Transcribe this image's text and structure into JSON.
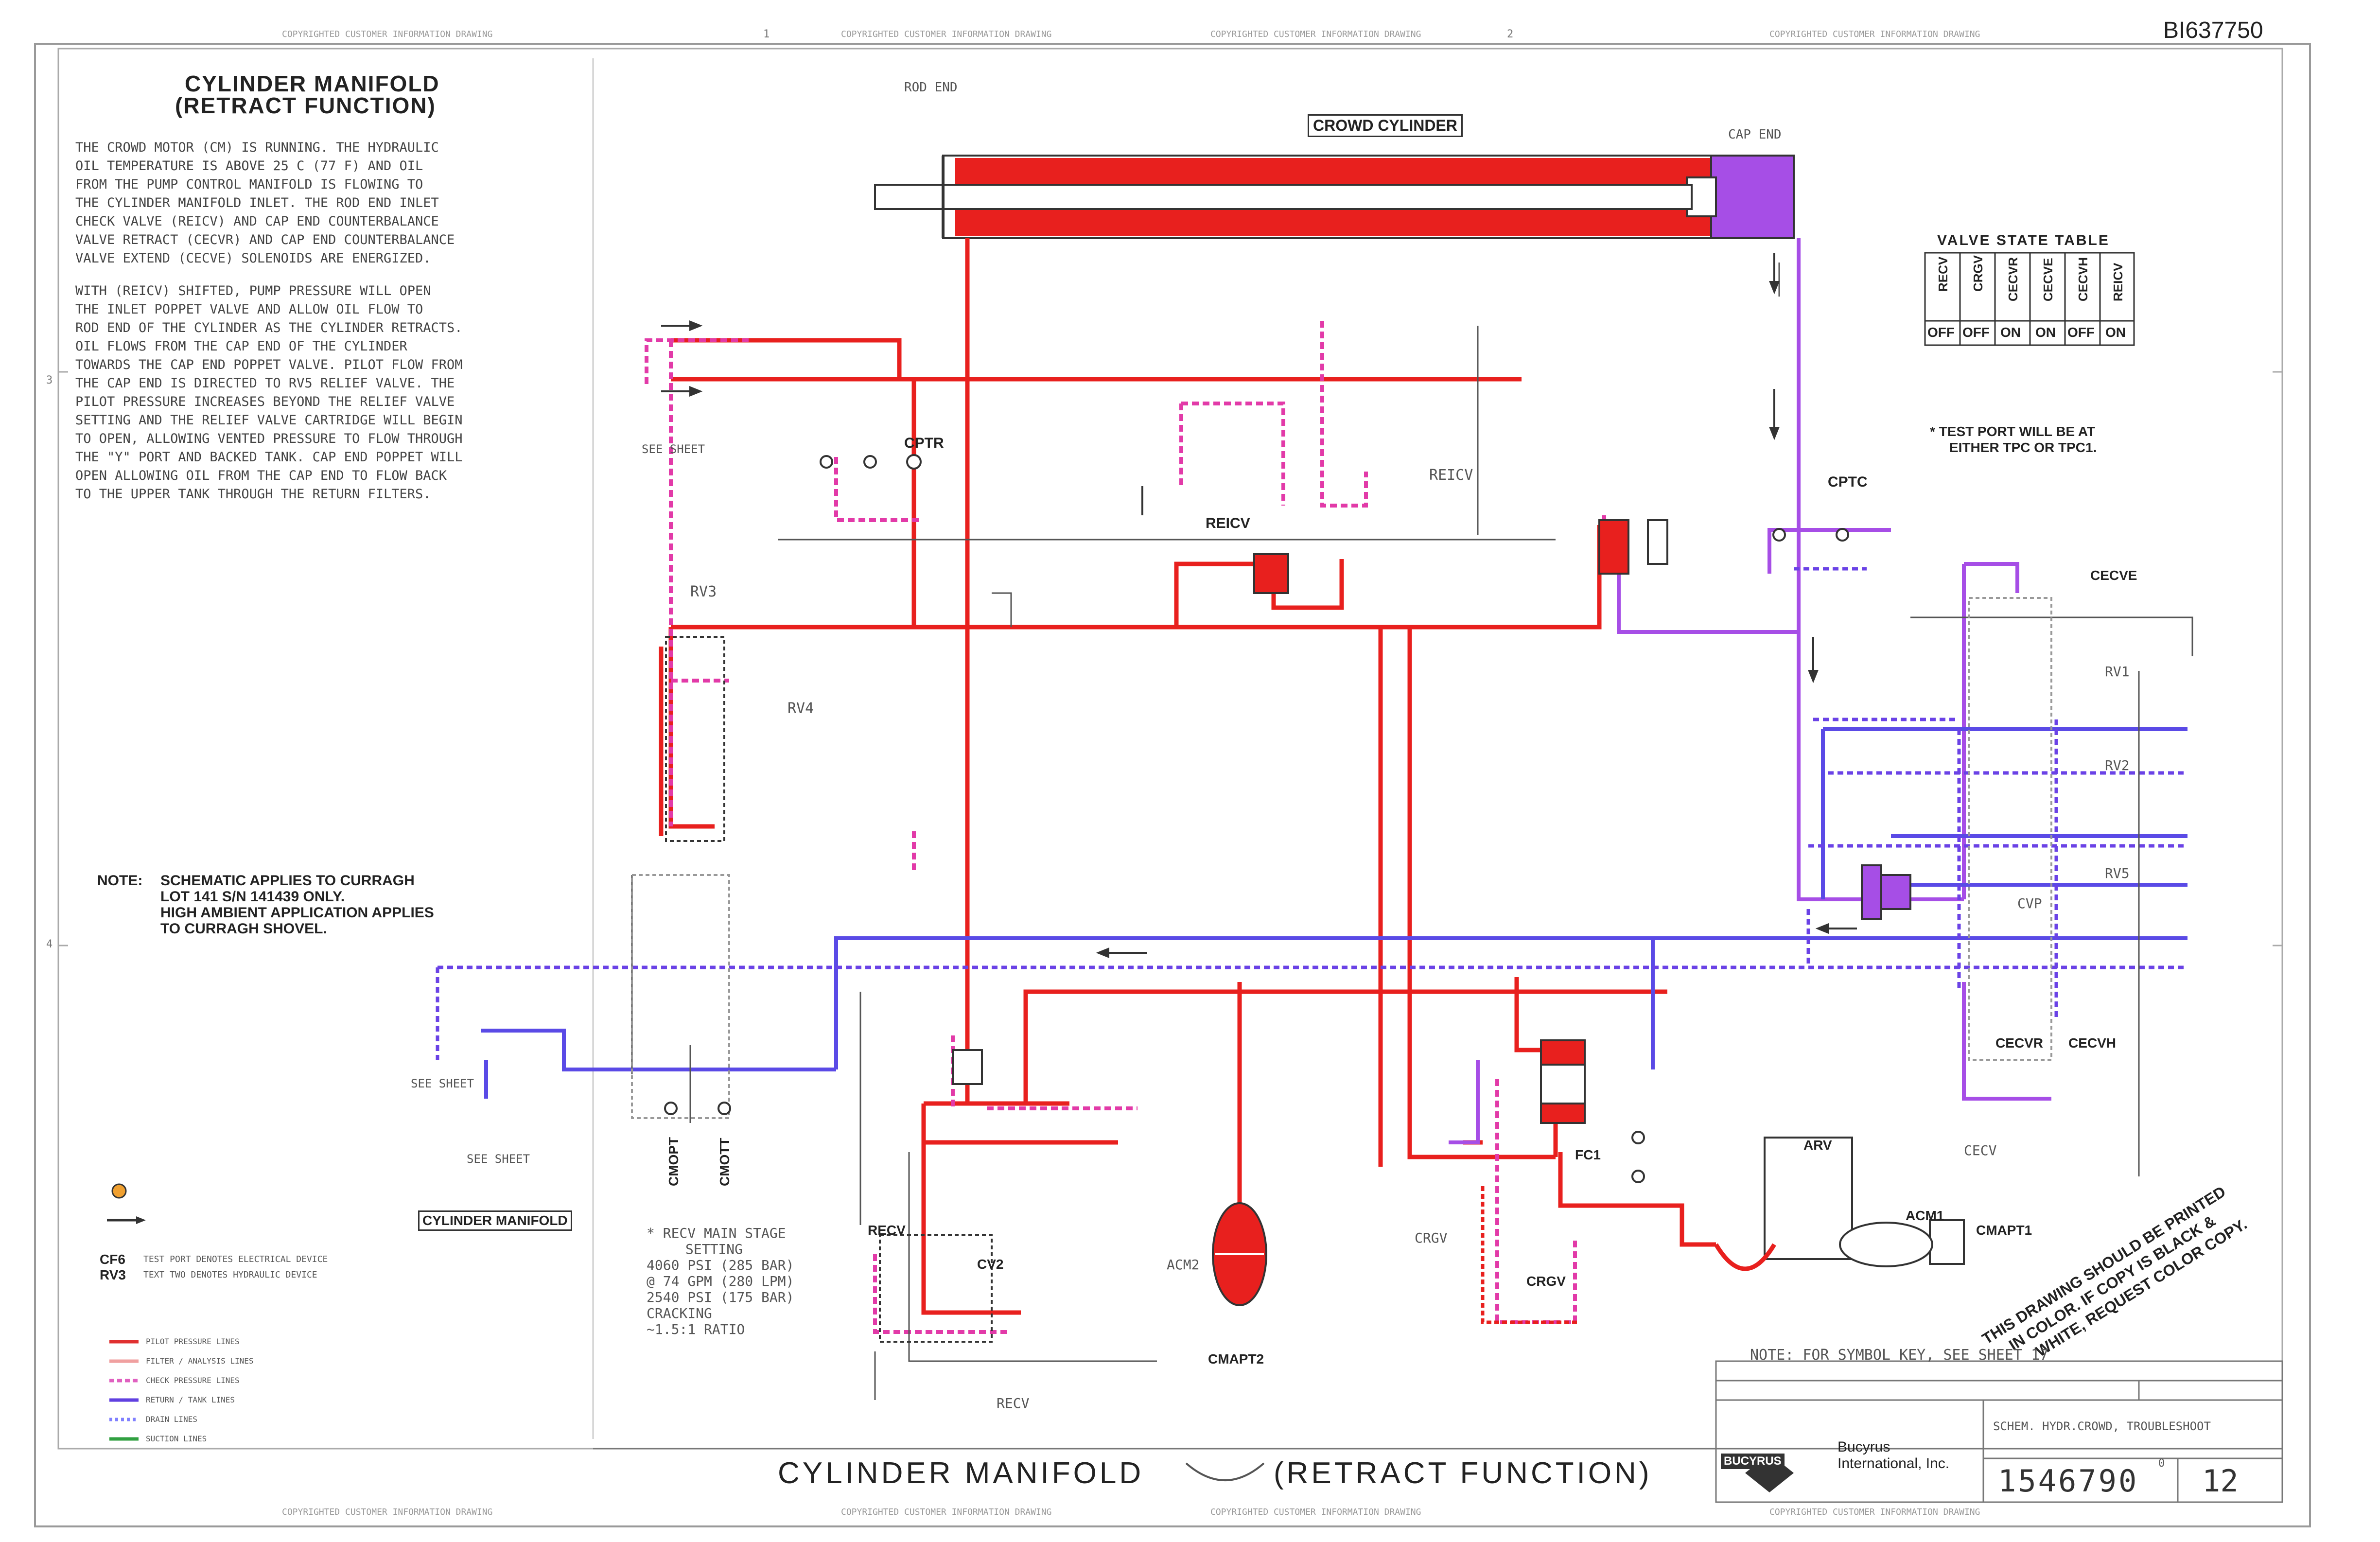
{
  "drawing_number": "BI637750",
  "copyright_banner": "COPYRIGHTED CUSTOMER INFORMATION DRAWING",
  "zone_numbers": {
    "top": [
      "1",
      "2"
    ],
    "side": [
      "3",
      "4"
    ]
  },
  "heading": {
    "line1": "CYLINDER MANIFOLD",
    "line2": "(RETRACT FUNCTION)"
  },
  "description": {
    "p1": [
      "THE CROWD MOTOR (CM) IS RUNNING. THE HYDRAULIC",
      "OIL TEMPERATURE IS ABOVE 25 C (77 F) AND OIL",
      "FROM THE PUMP CONTROL MANIFOLD IS FLOWING TO",
      "THE CYLINDER MANIFOLD INLET. THE ROD END INLET",
      "CHECK VALVE (REICV) AND CAP END COUNTERBALANCE",
      "VALVE RETRACT (CECVR) AND CAP END COUNTERBALANCE",
      "VALVE EXTEND (CECVE) SOLENOIDS ARE ENERGIZED."
    ],
    "p2": [
      "WITH (REICV) SHIFTED, PUMP PRESSURE WILL OPEN",
      "THE INLET POPPET VALVE AND ALLOW OIL FLOW TO",
      "ROD END OF THE CYLINDER AS THE CYLINDER RETRACTS.",
      "OIL FLOWS FROM THE CAP END OF THE CYLINDER",
      "TOWARDS THE CAP END POPPET VALVE. PILOT FLOW FROM",
      "THE CAP END IS DIRECTED TO RV5 RELIEF VALVE. THE",
      "PILOT PRESSURE INCREASES BEYOND THE RELIEF VALVE",
      "SETTING AND THE RELIEF VALVE CARTRIDGE WILL BEGIN",
      "TO OPEN, ALLOWING VENTED PRESSURE TO FLOW THROUGH",
      "THE \"Y\" PORT AND BACKED TANK. CAP END POPPET WILL",
      "OPEN ALLOWING OIL FROM THE CAP END TO FLOW BACK",
      "TO THE UPPER TANK THROUGH THE RETURN FILTERS."
    ]
  },
  "cylinder": {
    "title": "CROWD CYLINDER",
    "rod_end": "ROD END",
    "cap_end": "CAP END"
  },
  "valve_state_table": {
    "title": "VALVE STATE TABLE",
    "headers": [
      "RECV",
      "CRGV",
      "CECVR",
      "CECVE",
      "CECVH",
      "REICV"
    ],
    "states": [
      "OFF",
      "OFF",
      "ON",
      "ON",
      "OFF",
      "ON"
    ]
  },
  "test_port_note": [
    "* TEST PORT WILL BE AT",
    "EITHER TPC OR TPC1."
  ],
  "note": {
    "label": "NOTE:",
    "lines": [
      "SCHEMATIC APPLIES TO CURRAGH",
      "LOT 141 S/N 141439 ONLY.",
      "HIGH AMBIENT APPLICATION APPLIES",
      "TO CURRAGH SHOVEL."
    ]
  },
  "components": {
    "cptr": "CPTR",
    "cptc": "CPTC",
    "reicv": "REICV",
    "reicv_top": "REICV",
    "rv3": "RV3",
    "rv4": "RV4",
    "rv1": "RV1",
    "rv2": "RV2",
    "rv5": "RV5",
    "cvp": "CVP",
    "cecve": "CECVE",
    "cecvr": "CECVR",
    "cecvh": "CECVH",
    "cecv": "CECV",
    "cmopt": "CMOPT",
    "cmott": "CMOTT",
    "recv": "RECV",
    "recv_bottom": "RECV",
    "cv2": "CV2",
    "acm2": "ACM2",
    "cmapt2": "CMAPT2",
    "crgv": "CRGV",
    "crgv2": "CRGV",
    "fc1": "FC1",
    "arv": "ARV",
    "acm1": "ACM1",
    "cmapt1": "CMAPT1",
    "see_sheet": "SEE SHEET",
    "cylinder_manifold": "CYLINDER MANIFOLD"
  },
  "recv_setting": [
    "* RECV MAIN STAGE",
    "SETTING",
    "4060 PSI (285 BAR)",
    "@ 74 GPM (280 LPM)",
    "2540 PSI (175 BAR)",
    "CRACKING",
    "~1.5:1 RATIO"
  ],
  "legend": {
    "items": [
      {
        "symbol": "CF6",
        "text": "TEST PORT DENOTES ELECTRICAL DEVICE"
      },
      {
        "symbol": "RV3",
        "text": "TEXT TWO DENOTES HYDRAULIC DEVICE"
      }
    ],
    "lines": [
      {
        "label": "PILOT PRESSURE LINES",
        "color": "#e03030"
      },
      {
        "label": "FILTER / ANALYSIS LINES",
        "color": "#f0a0a0"
      },
      {
        "label": "CHECK PRESSURE LINES",
        "color": "#e060c0"
      },
      {
        "label": "RETURN / TANK LINES",
        "color": "#6040e0"
      },
      {
        "label": "DRAIN LINES",
        "color": "#8080ff"
      },
      {
        "label": "SUCTION LINES",
        "color": "#30a040"
      }
    ]
  },
  "color_warning": [
    "THIS DRAWING SHOULD BE PRINTED",
    "IN COLOR. IF COPY IS BLACK &",
    "WHITE, REQUEST COLOR COPY."
  ],
  "symbol_key_note": "NOTE: FOR SYMBOL KEY, SEE SHEET 17",
  "title_block": {
    "main_title_left": "CYLINDER MANIFOLD",
    "main_title_right": "(RETRACT FUNCTION)",
    "company_logo": "BUCYRUS",
    "company": [
      "Bucyrus",
      "International, Inc."
    ],
    "drawing_title": "SCHEM. HYDR.CROWD, TROUBLESHOOT",
    "dwg_number": "1546790",
    "rev": "0",
    "sheet": "12"
  },
  "colors": {
    "pressure": "#e8201e",
    "pressure_dashed": "#e03028",
    "pilot": "#e23aa8",
    "return": "#6a42e6",
    "cap_end": "#a64ee6",
    "drain": "#8878f0",
    "blue": "#3a4ad8",
    "orange": "#f0a030",
    "frame": "#888888"
  }
}
